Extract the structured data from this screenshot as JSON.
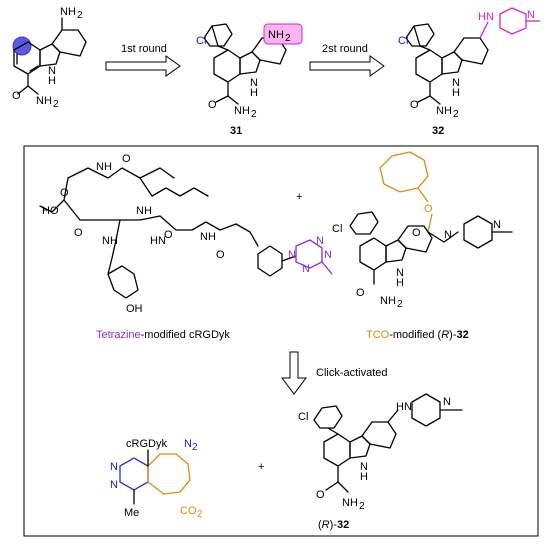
{
  "top_row": {
    "arrow1_label": "1st round",
    "arrow2_label": "2st round",
    "compound_31": "31",
    "compound_32": "32",
    "nh2": "NH",
    "sub2": "2",
    "nh_label": "NH",
    "n_label": "N",
    "h_label": "H",
    "cl_label": "Cl",
    "amide_label": "O",
    "amide_nh2": "NH",
    "hn_label": "HN"
  },
  "box": {
    "plus1": "+",
    "plus2": "+",
    "tetrazine_word": "Tetrazine",
    "tetrazine_rest": "-modified cRGDyk",
    "tco_word": "TCO",
    "tco_rest": "-modified (",
    "tco_R": "R",
    "tco_close": ")-",
    "tco_num": "32",
    "click_label": "Click-activated",
    "crgdyk": "cRGDyk",
    "n2": "N",
    "n2_sub": "2",
    "co2": "CO",
    "co2_sub": "2",
    "me": "Me",
    "product_R_open": "(",
    "product_R": "R",
    "product_R_close": ")-",
    "product_num": "32",
    "ho": "HO",
    "oh": "OH",
    "o": "O",
    "nh": "NH",
    "hn": "HN",
    "n": "N",
    "h": "H",
    "cl": "Cl"
  },
  "colors": {
    "chlorine": "#1a1acc",
    "amine_highlight": "#e020c0",
    "tco": "#e08a10",
    "tetrazine": "#8a2bd0",
    "highlight_circle": "#3a3ad0"
  }
}
